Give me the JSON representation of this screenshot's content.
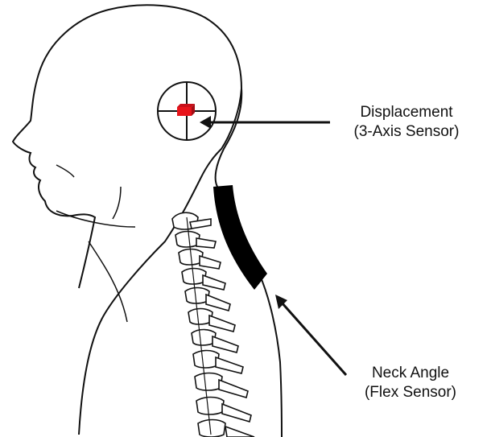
{
  "labels": {
    "displacement": {
      "line1": "Displacement",
      "line2": "(3-Axis Sensor)"
    },
    "neck_angle": {
      "line1": "Neck Angle",
      "line2": "(Flex Sensor)"
    }
  },
  "colors": {
    "outline": "#111111",
    "sensor_box": "#e8141b",
    "flex_sensor": "#000000",
    "background": "#ffffff"
  }
}
